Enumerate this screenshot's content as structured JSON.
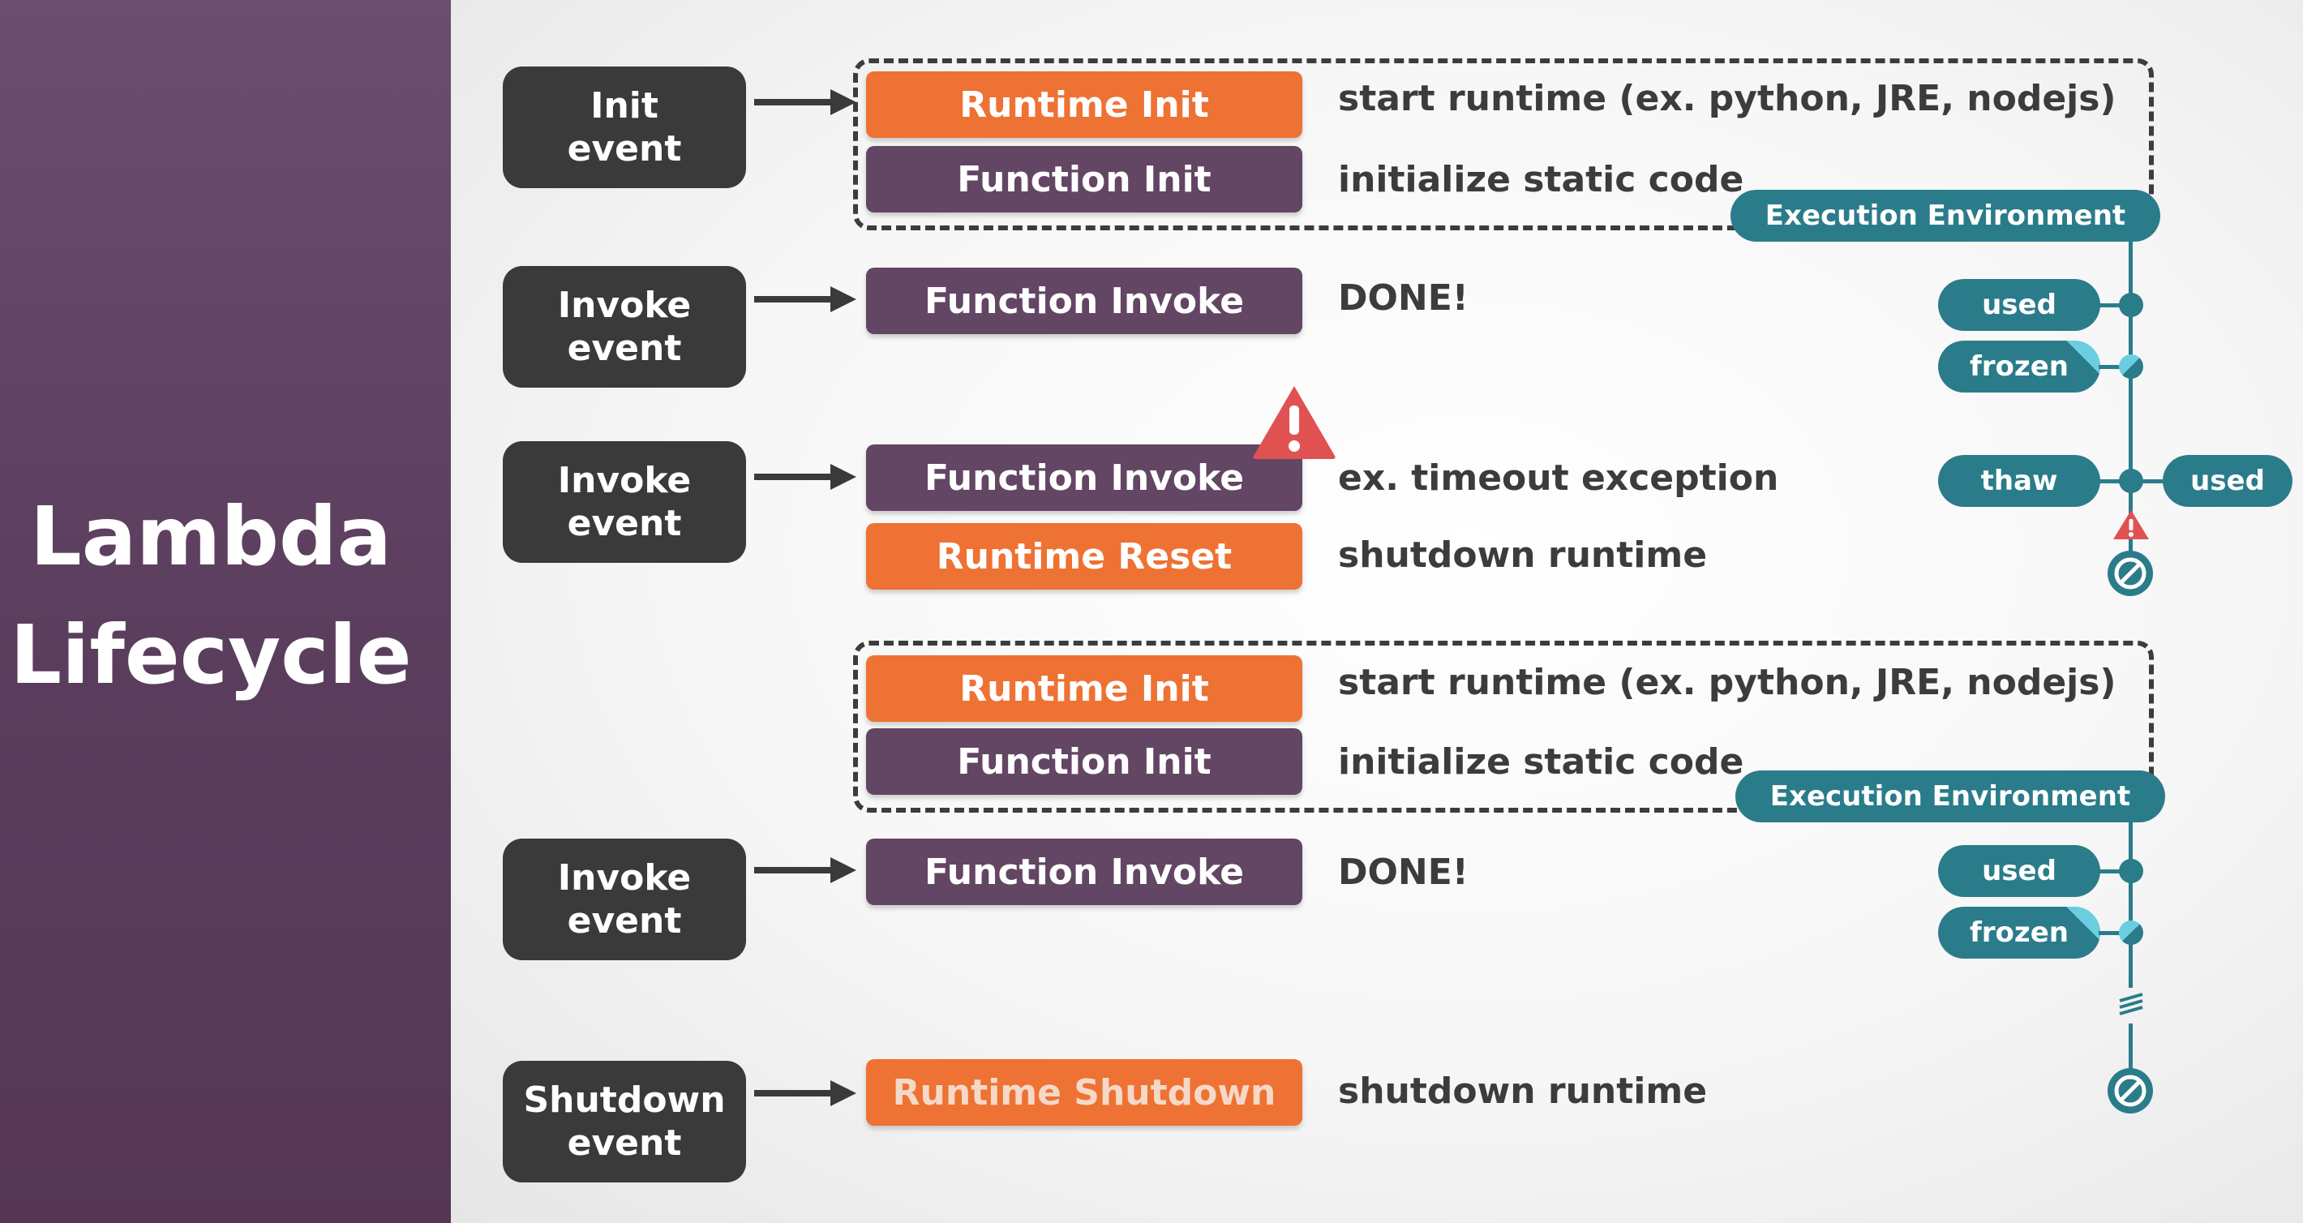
{
  "sidebar": {
    "title_line1": "Lambda",
    "title_line2": "Lifecycle"
  },
  "events": {
    "init": {
      "line1": "Init",
      "line2": "event"
    },
    "invoke1": {
      "line1": "Invoke",
      "line2": "event"
    },
    "invoke2": {
      "line1": "Invoke",
      "line2": "event"
    },
    "invoke3": {
      "line1": "Invoke",
      "line2": "event"
    },
    "shutdown": {
      "line1": "Shutdown",
      "line2": "event"
    }
  },
  "steps": {
    "runtime_init_1": "Runtime Init",
    "function_init_1": "Function Init",
    "function_invoke_1": "Function Invoke",
    "function_invoke_2": "Function Invoke",
    "runtime_reset": "Runtime Reset",
    "runtime_init_2": "Runtime Init",
    "function_init_2": "Function Init",
    "function_invoke_3": "Function Invoke",
    "runtime_shutdown": "Runtime Shutdown"
  },
  "descriptions": {
    "runtime_init_1": "start runtime (ex. python, JRE, nodejs)",
    "function_init_1": "initialize static code",
    "function_invoke_1": "DONE!",
    "function_invoke_2": "ex. timeout exception",
    "runtime_reset": "shutdown runtime",
    "runtime_init_2": "start runtime (ex. python, JRE, nodejs)",
    "function_init_2": "initialize static code",
    "function_invoke_3": "DONE!",
    "runtime_shutdown": "shutdown runtime"
  },
  "execution_environment": {
    "label_1": "Execution Environment",
    "label_2": "Execution Environment",
    "states": {
      "used_1": "used",
      "frozen_1": "frozen",
      "thaw": "thaw",
      "used_2": "used",
      "used_3": "used",
      "frozen_2": "frozen"
    }
  },
  "icons": {
    "warning": "warning-triangle-icon",
    "terminated": "prohibited-icon",
    "time_break": "time-break-icon"
  },
  "colors": {
    "sidebar": "#5a3d5c",
    "event_box": "#3a3a3a",
    "runtime_step": "#ee7233",
    "function_step": "#634564",
    "execution_env": "#2b7c8a",
    "frozen_highlight": "#6ccde0",
    "warning": "#e05252",
    "text": "#3c3c3c"
  }
}
